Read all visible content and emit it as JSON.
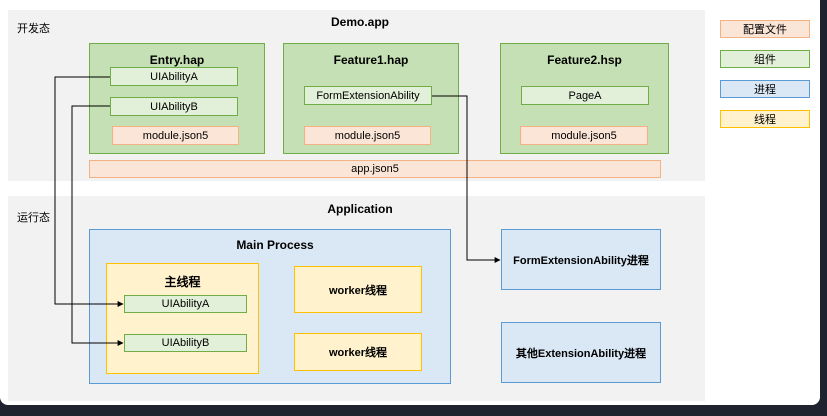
{
  "dev": {
    "stage_label": "开发态",
    "app_title": "Demo.app",
    "entry": {
      "title": "Entry.hap",
      "abilities": [
        "UIAbilityA",
        "UIAbilityB"
      ],
      "module": "module.json5"
    },
    "feature1": {
      "title": "Feature1.hap",
      "abilities": [
        "FormExtensionAbility"
      ],
      "module": "module.json5"
    },
    "feature2": {
      "title": "Feature2.hsp",
      "pages": [
        "PageA"
      ],
      "module": "module.json5"
    },
    "app_json": "app.json5"
  },
  "runtime": {
    "stage_label": "运行态",
    "app_title": "Application",
    "main_process": {
      "title": "Main Process",
      "main_thread": {
        "title": "主线程",
        "abilities": [
          "UIAbilityA",
          "UIAbilityB"
        ]
      },
      "workers": [
        "worker线程",
        "worker线程"
      ]
    },
    "processes": [
      "FormExtensionAbility进程",
      "其他ExtensionAbility进程"
    ]
  },
  "legend": [
    {
      "label": "配置文件",
      "color": "#fbe5d6"
    },
    {
      "label": "组件",
      "color": "#e2f0d9"
    },
    {
      "label": "进程",
      "color": "#dae8f6"
    },
    {
      "label": "线程",
      "color": "#fff2cc"
    }
  ]
}
